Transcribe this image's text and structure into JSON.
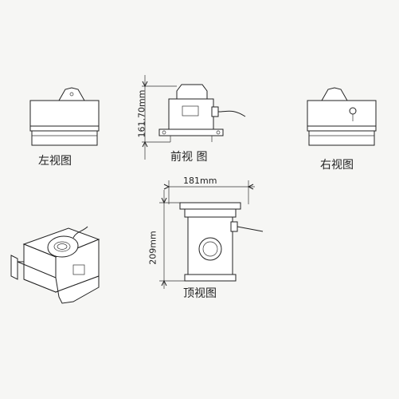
{
  "views": {
    "left": {
      "label": "左视图"
    },
    "front": {
      "label": "前视 图",
      "height_dim": "161.70mm"
    },
    "right": {
      "label": "右视图"
    },
    "top": {
      "label": "顶视图",
      "width_dim": "181mm",
      "height_dim": "209mm"
    }
  },
  "colors": {
    "background": "#f6f6f4",
    "line": "#222222"
  }
}
